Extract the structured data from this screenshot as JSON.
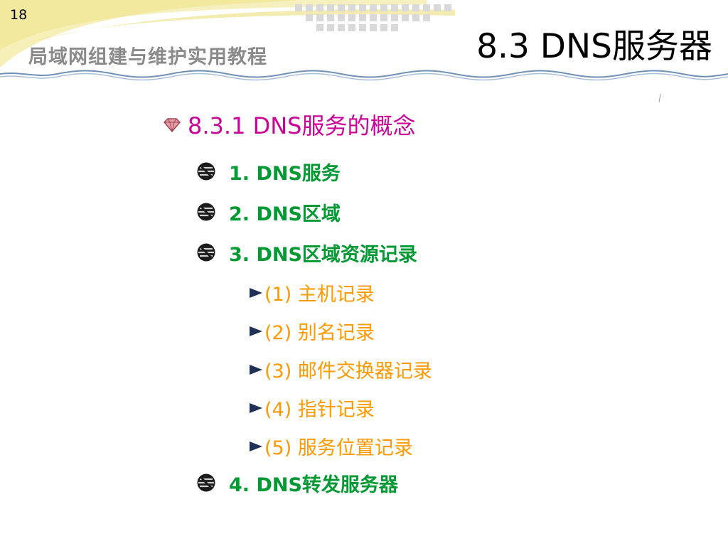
{
  "slide": {
    "page_number": "18",
    "course_title": "局域网组建与维护实用教程",
    "title": "8.3  DNS服务器"
  },
  "section": {
    "icon": "gem-icon",
    "label": "8.3.1  DNS服务的概念"
  },
  "items": [
    {
      "label": "1. DNS服务",
      "icon": "ball-bullet-icon"
    },
    {
      "label": "2. DNS区域",
      "icon": "ball-bullet-icon"
    },
    {
      "label": "3. DNS区域资源记录",
      "icon": "ball-bullet-icon",
      "subitems": [
        {
          "label": "(1) 主机记录",
          "icon": "triangle-bullet-icon"
        },
        {
          "label": "(2) 别名记录",
          "icon": "triangle-bullet-icon"
        },
        {
          "label": "(3) 邮件交换器记录",
          "icon": "triangle-bullet-icon"
        },
        {
          "label": "(4) 指针记录",
          "icon": "triangle-bullet-icon"
        },
        {
          "label": "(5) 服务位置记录",
          "icon": "triangle-bullet-icon"
        }
      ]
    },
    {
      "label": "4. DNS转发服务器",
      "icon": "ball-bullet-icon"
    }
  ],
  "colors": {
    "section": "#cc0099",
    "level1": "#009933",
    "level2": "#ff9900",
    "header_wave": "#f2e8a0",
    "header_rule": "#6f90b8"
  }
}
